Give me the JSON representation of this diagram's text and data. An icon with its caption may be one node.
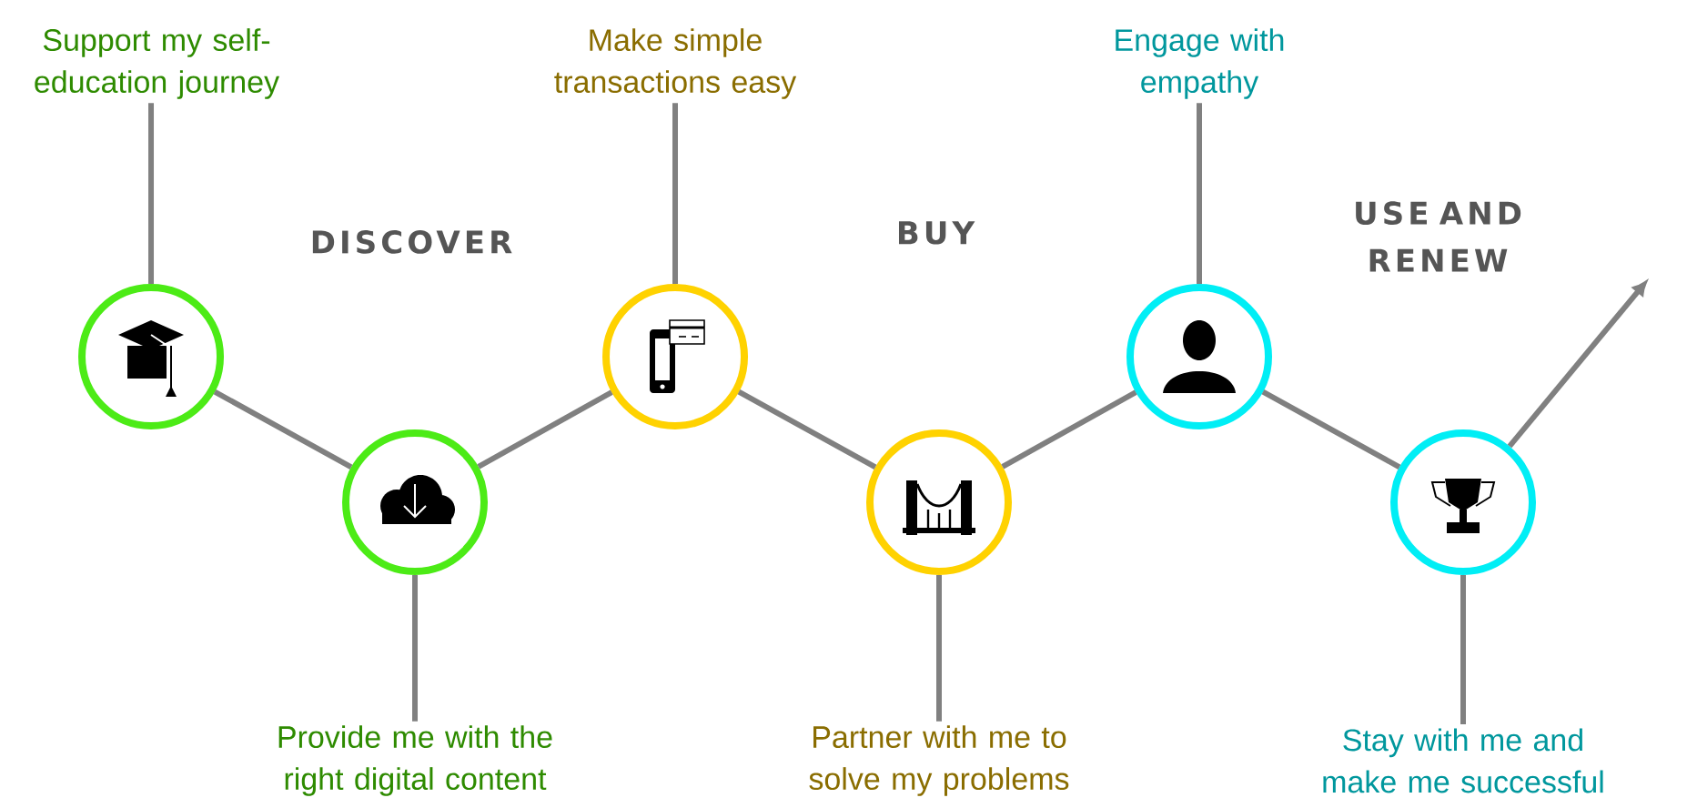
{
  "diagram": {
    "nodes": [
      {
        "text": [
          "Support my self-education journey"
        ]
      },
      {
        "text": [],
        "shape": "circle"
      },
      {
        "text": [],
        "shape": "circle"
      },
      {
        "text": [
          "Provide me with the right digital content"
        ]
      },
      {
        "text": [
          "Make simple transactions easy"
        ]
      },
      {
        "text": [],
        "shape": "circle"
      },
      {
        "text": [],
        "shape": "circle"
      },
      {
        "text": [
          "Partner with me to solve my problems"
        ]
      },
      {
        "text": [
          "Engage with empathy"
        ]
      },
      {
        "text": [],
        "shape": "circle"
      },
      {
        "text": [],
        "shape": "circle"
      },
      {
        "text": [
          "Stay with me and make me successful"
        ]
      }
    ],
    "edges": [
      {
        "from": 0,
        "to": 1,
        "arrow": "none"
      },
      {
        "from": 1,
        "to": 2,
        "arrow": "none"
      },
      {
        "from": 3,
        "to": 2,
        "arrow": "none"
      },
      {
        "from": 2,
        "to": 5,
        "arrow": "none"
      },
      {
        "from": 4,
        "to": 5,
        "arrow": "none"
      },
      {
        "from": 5,
        "to": 6,
        "arrow": "none"
      },
      {
        "from": 7,
        "to": 6,
        "arrow": "none"
      },
      {
        "from": 6,
        "to": 9,
        "arrow": "none"
      },
      {
        "from": 8,
        "to": 9,
        "arrow": "none"
      },
      {
        "from": 9,
        "to": 10,
        "arrow": "none"
      },
      {
        "from": 11,
        "to": 10,
        "arrow": "none"
      },
      {
        "from": 10,
        "to": null,
        "arrow": "to"
      }
    ],
    "labels": [
      "DISCOVER",
      "BUY",
      "USE AND RENEW"
    ]
  }
}
